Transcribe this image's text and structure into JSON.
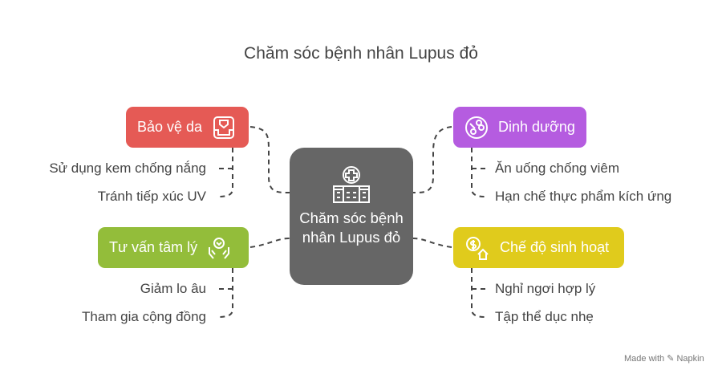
{
  "title": "Chăm sóc bệnh nhân Lupus đỏ",
  "center": {
    "label": "Chăm sóc bệnh nhân Lupus đỏ",
    "icon": "hospital-icon",
    "color": "#666666"
  },
  "branches": [
    {
      "label": "Bảo vệ da",
      "icon": "skin-protection-icon",
      "color": "#e55a55",
      "items": [
        "Sử dụng kem chống nắng",
        "Tránh tiếp xúc UV"
      ]
    },
    {
      "label": "Tư vấn tâm lý",
      "icon": "heart-hands-icon",
      "color": "#93bd3a",
      "items": [
        "Giảm lo âu",
        "Tham gia cộng đồng"
      ]
    },
    {
      "label": "Dinh dưỡng",
      "icon": "nutrition-icon",
      "color": "#b55ce0",
      "items": [
        "Ăn uống chống viêm",
        "Hạn chế thực phẩm kích ứng"
      ]
    },
    {
      "label": "Chế độ sinh hoạt",
      "icon": "money-house-icon",
      "color": "#e0cb1c",
      "items": [
        "Nghỉ ngơi hợp lý",
        "Tập thể dục nhẹ"
      ]
    }
  ],
  "footer": "Made with ✎ Napkin"
}
